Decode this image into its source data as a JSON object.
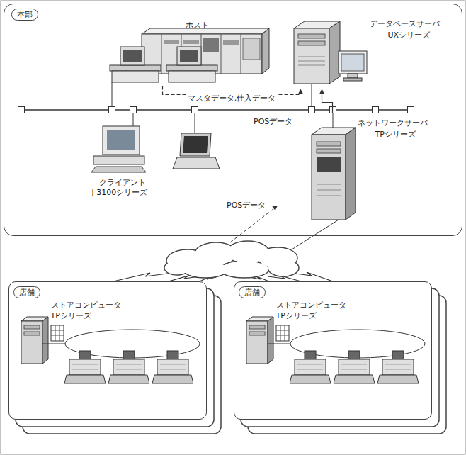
{
  "diagram": {
    "nodes": [
      {
        "text": [
          "本部"
        ]
      },
      {
        "text": [
          "ホスト"
        ],
        "in": 0
      },
      {
        "text": [
          "データベースサーバ",
          "UXシリーズ"
        ],
        "in": 0
      },
      {
        "text": [
          "クライアント",
          "J-3100シリーズ"
        ],
        "in": 0
      },
      {
        "text": [
          "ネットワークサーバ",
          "TPシリーズ"
        ],
        "in": 0
      },
      {
        "text": [
          "店舗"
        ]
      },
      {
        "text": [
          "ストアコンピュータ",
          "TPシリーズ"
        ],
        "in": 5
      },
      {
        "text": [
          "店舗"
        ]
      },
      {
        "text": [
          "ストアコンピュータ",
          "TPシリーズ"
        ],
        "in": 7
      }
    ],
    "edges": [
      {
        "from": 1,
        "to": 2,
        "arrow": "to",
        "label": "マスタデータ,仕入データ"
      },
      {
        "from": 4,
        "to": 2,
        "arrow": "to",
        "label": "POSデータ"
      }
    ],
    "labels": [
      "POSデータ"
    ]
  }
}
